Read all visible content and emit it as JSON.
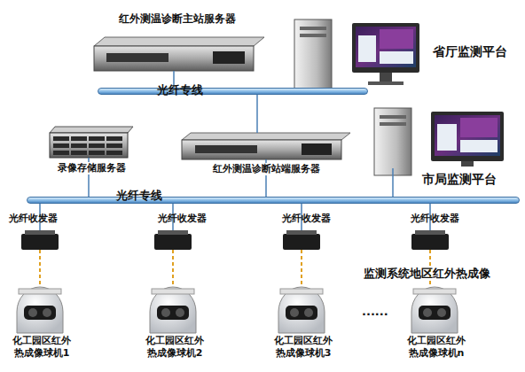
{
  "diagram": {
    "nodes": [
      {
        "text": [
          "红外测温诊断主站服务器"
        ]
      },
      {
        "text": [
          "省厅监测平台"
        ]
      },
      {
        "text": [
          "光纤专线"
        ]
      },
      {
        "text": [
          "录像存储服务器"
        ]
      },
      {
        "text": [
          "红外测温诊断站端服务器"
        ]
      },
      {
        "text": [
          "市局监测平台"
        ]
      },
      {
        "text": [
          "光纤专线"
        ]
      },
      {
        "text": [
          "光纤收发器"
        ]
      },
      {
        "text": [
          "光纤收发器"
        ]
      },
      {
        "text": [
          "光纤收发器"
        ]
      },
      {
        "text": [
          "光纤收发器"
        ]
      },
      {
        "text": [
          "化工园区红外 热成像球机1"
        ]
      },
      {
        "text": [
          "化工园区红外 热成像球机2"
        ]
      },
      {
        "text": [
          "化工园区红外 热成像球机3"
        ]
      },
      {
        "text": [
          "化工园区红外 热成像球机n"
        ]
      }
    ],
    "edges": [
      {
        "from": 0,
        "to": 2,
        "arrow": "none"
      },
      {
        "from": 1,
        "to": 2,
        "arrow": "none"
      },
      {
        "from": 2,
        "to": 4,
        "arrow": "none"
      },
      {
        "from": 4,
        "to": 6,
        "arrow": "none"
      },
      {
        "from": 3,
        "to": 6,
        "arrow": "none"
      },
      {
        "from": 5,
        "to": 6,
        "arrow": "none"
      },
      {
        "from": 6,
        "to": 7,
        "arrow": "none"
      },
      {
        "from": 6,
        "to": 8,
        "arrow": "none"
      },
      {
        "from": 6,
        "to": 9,
        "arrow": "none"
      },
      {
        "from": 6,
        "to": 10,
        "arrow": "none"
      },
      {
        "from": 7,
        "to": 11,
        "arrow": "none"
      },
      {
        "from": 8,
        "to": 12,
        "arrow": "none"
      },
      {
        "from": 9,
        "to": 13,
        "arrow": "none"
      },
      {
        "from": 10,
        "to": 14,
        "arrow": "none"
      }
    ],
    "labels": [
      "......",
      "监测系统地区红外热成像"
    ]
  }
}
